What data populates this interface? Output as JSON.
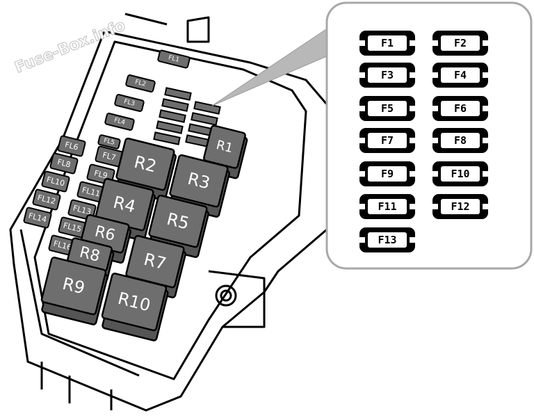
{
  "watermark": "Fuse-Box.info",
  "colors": {
    "component_fill": "#6e6e6e",
    "outline": "#000000",
    "callout_border": "#a8a8a8",
    "pointer": "#b0b0b0"
  },
  "relays": [
    "R1",
    "R2",
    "R3",
    "R4",
    "R5",
    "R6",
    "R7",
    "R8",
    "R9",
    "R10"
  ],
  "fusible_links": [
    "FL1",
    "FL2",
    "FL3",
    "FL4",
    "FL5",
    "FL6",
    "FL7",
    "FL8",
    "FL9",
    "FL10",
    "FL11",
    "FL12",
    "FL13",
    "FL14",
    "FL15",
    "FL16"
  ],
  "callout": {
    "left_column": [
      "F1",
      "F3",
      "F5",
      "F7",
      "F9",
      "F11",
      "F13"
    ],
    "right_column": [
      "F2",
      "F4",
      "F6",
      "F8",
      "F10",
      "F12"
    ]
  }
}
